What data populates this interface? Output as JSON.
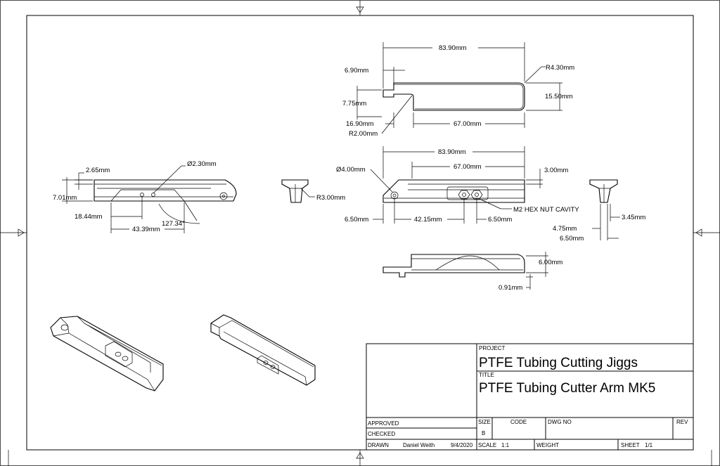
{
  "title_block": {
    "project_label": "PROJECT",
    "project_value": "PTFE Tubing Cutting Jiggs",
    "title_label": "TITLE",
    "title_value": "PTFE Tubing Cutter Arm MK5",
    "approved_label": "APPROVED",
    "checked_label": "CHECKED",
    "drawn_label": "DRAWN",
    "drawn_by": "Daniel Weith",
    "drawn_date": "9/4/2020",
    "size_label": "SIZE",
    "size_value": "B",
    "code_label": "CODE",
    "dwg_no_label": "DWG NO",
    "rev_label": "REV",
    "scale_label": "SCALE",
    "scale_value": "1:1",
    "weight_label": "WEIGHT",
    "sheet_label": "SHEET",
    "sheet_value": "1/1"
  },
  "dimensions": {
    "top_view": {
      "overall": "83.90mm",
      "tab_width": "6.90mm",
      "corner_radius": "R4.30mm",
      "tab_height": "7.75mm",
      "height": "15.50mm",
      "step": "16.90mm",
      "fillet": "R2.00mm",
      "length": "67.00mm"
    },
    "front_view": {
      "overall": "83.90mm",
      "inner": "67.00mm",
      "hole": "Ø4.00mm",
      "depth": "3.00mm",
      "left_margin": "6.50mm",
      "offset": "42.15mm",
      "right_offset": "6.50mm",
      "nut_note": "M2 HEX NUT CAVITY"
    },
    "bottom_view": {
      "rail": "2.65mm",
      "pin_hole": "Ø2.30mm",
      "height": "7.01mm",
      "left": "18.44mm",
      "span": "43.39mm",
      "angle": "127.34°"
    },
    "end_view_left": {
      "radius": "R3.00mm"
    },
    "end_view_right": {
      "width": "3.45mm",
      "a": "4.75mm",
      "b": "6.50mm"
    },
    "side_view": {
      "height": "6.00mm",
      "lip": "0.91mm"
    }
  }
}
